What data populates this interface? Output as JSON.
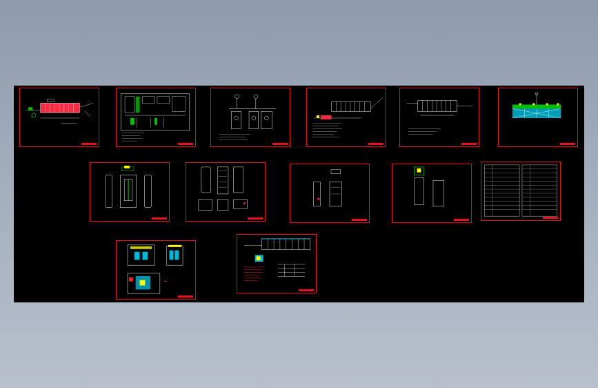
{
  "viewer": {
    "background_top": "#8e9bad",
    "background_bottom": "#b7c0cc",
    "canvas_color": "#000000"
  },
  "drawing": {
    "frame_color": "#e8121a",
    "line_color": "#ffffff",
    "accent_colors": [
      "#ff2020",
      "#00c000",
      "#00e0ff",
      "#ffff00"
    ],
    "sheet_count": 13,
    "sheets": [
      {
        "id": "s1",
        "kind": "layout-elevation"
      },
      {
        "id": "s2",
        "kind": "wiring-schematic"
      },
      {
        "id": "s3",
        "kind": "single-line-diagram"
      },
      {
        "id": "s4",
        "kind": "layout-elevation"
      },
      {
        "id": "s5",
        "kind": "layout-elevation"
      },
      {
        "id": "s6",
        "kind": "layout-elevation"
      },
      {
        "id": "s7",
        "kind": "cabinet-views"
      },
      {
        "id": "s8",
        "kind": "cabinet-views"
      },
      {
        "id": "s9",
        "kind": "cabinet-views"
      },
      {
        "id": "s10",
        "kind": "cabinet-views"
      },
      {
        "id": "s11",
        "kind": "parts-table"
      },
      {
        "id": "s12",
        "kind": "substation-plan"
      },
      {
        "id": "s13",
        "kind": "system-diagram"
      }
    ]
  }
}
